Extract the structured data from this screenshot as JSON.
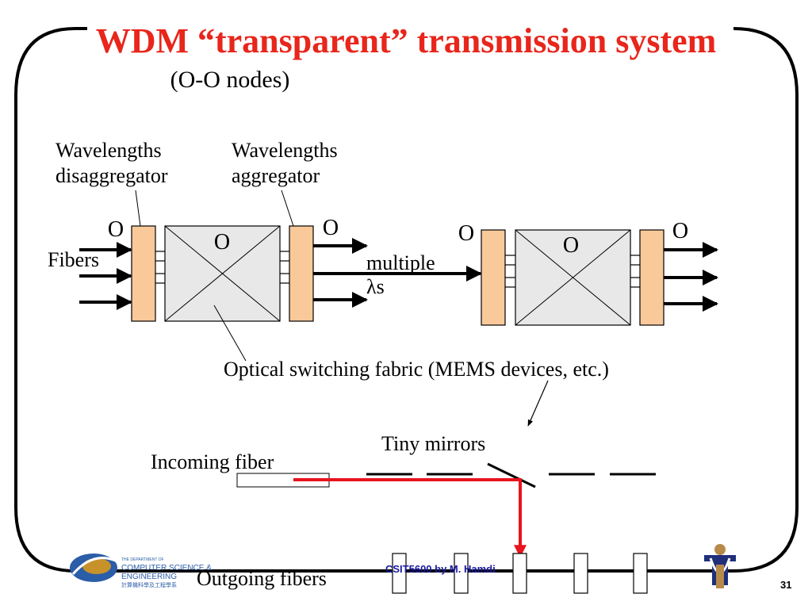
{
  "slide": {
    "title": "WDM “transparent” transmission system",
    "subtitle": "(O-O nodes)",
    "page_number": "31",
    "footer_credit": "CSIT5600 by M. Hamdi"
  },
  "labels": {
    "disaggregator_line1": "Wavelengths",
    "disaggregator_line2": "disaggregator",
    "aggregator_line1": "Wavelengths",
    "aggregator_line2": "aggregator",
    "fibers": "Fibers",
    "multiple": "multiple",
    "lambdas": "λs",
    "switching_fabric": "Optical switching fabric (MEMS devices, etc.)",
    "tiny_mirrors": "Tiny mirrors",
    "incoming_fiber": "Incoming fiber",
    "outgoing_fibers": "Outgoing fibers"
  },
  "node_left": {
    "in_label": "O",
    "fabric_label": "O",
    "out_label": "O"
  },
  "node_right": {
    "in_label": "O",
    "fabric_label": "O",
    "out_label": "O"
  },
  "logo": {
    "dept_small": "THE DEPARTMENT OF",
    "dept_line1": "COMPUTER SCIENCE &",
    "dept_line2": "ENGINEERING",
    "dept_chinese": "計算機科學及工程學系",
    "icon": "swirl-logo-icon",
    "university_icon": "hkust-emblem-icon"
  },
  "colors": {
    "title": "#e8261c",
    "demux_fill": "#f9c99a",
    "fabric_fill": "#e8e8e8",
    "signal_path": "#e8141e",
    "credit": "#1a1aa0",
    "logo_blue": "#2b5da8",
    "logo_gold": "#c8922a",
    "emblem_blue": "#1f2f7a",
    "emblem_gold": "#b78a4a"
  }
}
